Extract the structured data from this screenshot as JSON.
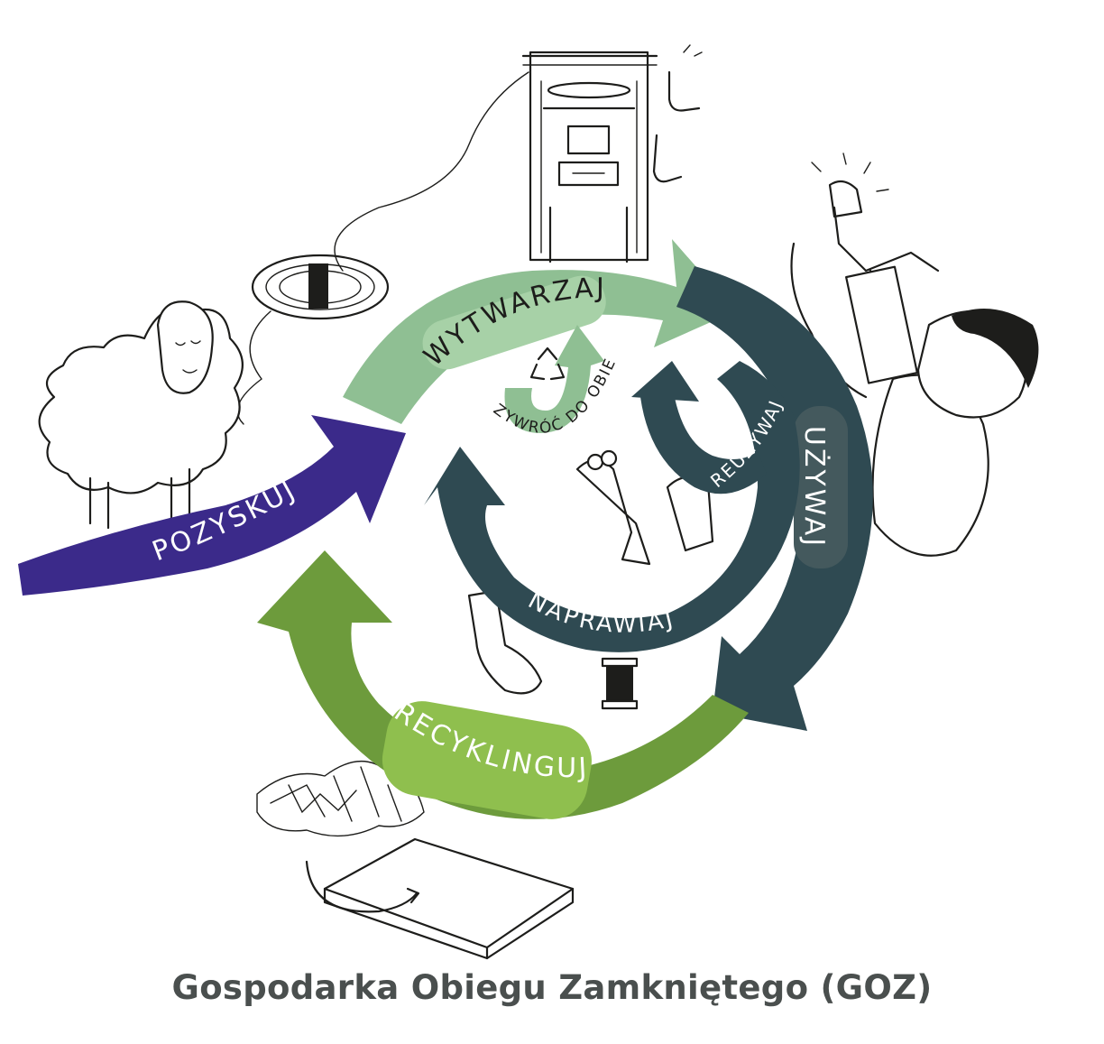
{
  "diagram": {
    "stages": {
      "pozyskuj": "POZYSKUJ",
      "wytwarzaj": "WYTWARZAJ",
      "uzywaj": "UŻYWAJ",
      "reuzywaj": "REUŻYWAJ",
      "naprawiaj": "NAPRAWIAJ",
      "recyklinguj": "RECYKLINGUJ",
      "przywroc": "PRZYWRÓĆ DO OBIEGU"
    },
    "colors": {
      "pozyskuj": "#3b2a8a",
      "wytwarzaj": "#8fbf93",
      "uzywaj": "#2f4a52",
      "recyklinguj": "#6d9b3c",
      "recyklinguj_highlight": "#8fbf4e",
      "wytwarzaj_highlight": "#a7d1a7"
    },
    "icons": [
      "sheep-icon",
      "yarn-ball-icon",
      "knitting-machine-icon",
      "socks-icon",
      "person-icon",
      "sock-puppets-icon",
      "thread-spool-icon",
      "textile-scraps-icon",
      "felt-mat-icon",
      "recycle-icon"
    ]
  },
  "footer": {
    "title": "Gospodarka Obiegu Zamkniętego (GOZ)"
  }
}
